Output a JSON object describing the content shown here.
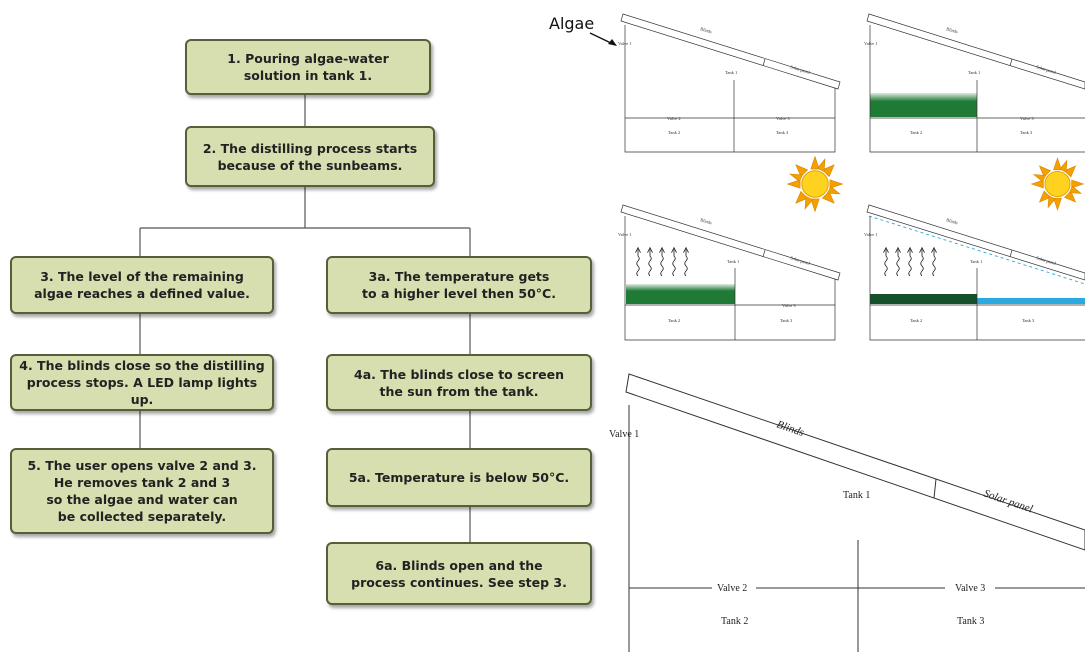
{
  "flowchart": {
    "step1": "1. Pouring algae-water\nsolution in tank 1.",
    "step2": "2. The distilling process starts\nbecause of the sunbeams.",
    "step3": "3. The level of the remaining\nalgae reaches a  defined value.",
    "step3a": "3a. The temperature gets\nto a higher level then 50°C.",
    "step4": "4. The blinds close so the distilling\nprocess stops. A LED lamp lights up.",
    "step4a": "4a. The blinds close to screen\nthe sun from the tank.",
    "step5": "5. The user opens valve 2 and 3.\nHe removes tank 2 and 3\nso the algae and water can\nbe collected separately.",
    "step5a": "5a. Temperature is below 50°C.",
    "step6a": "6a. Blinds open and the\nprocess continues. See step 3."
  },
  "illustration": {
    "algae_label": "Algae",
    "labels": {
      "valve1": "Valve 1",
      "valve2": "Valve 2",
      "valve3": "Valve 3",
      "blinds": "Blinds",
      "solar_panel": "Solar panel",
      "tank1": "Tank 1",
      "tank2": "Tank 2",
      "tank3": "Tank 3"
    },
    "colors": {
      "algae": "#1f7a35",
      "algae_dark": "#14502a",
      "water": "#29a9e0",
      "sun": "#f5b800",
      "box_fill": "#d7dfb0",
      "box_border": "#53603a"
    }
  }
}
